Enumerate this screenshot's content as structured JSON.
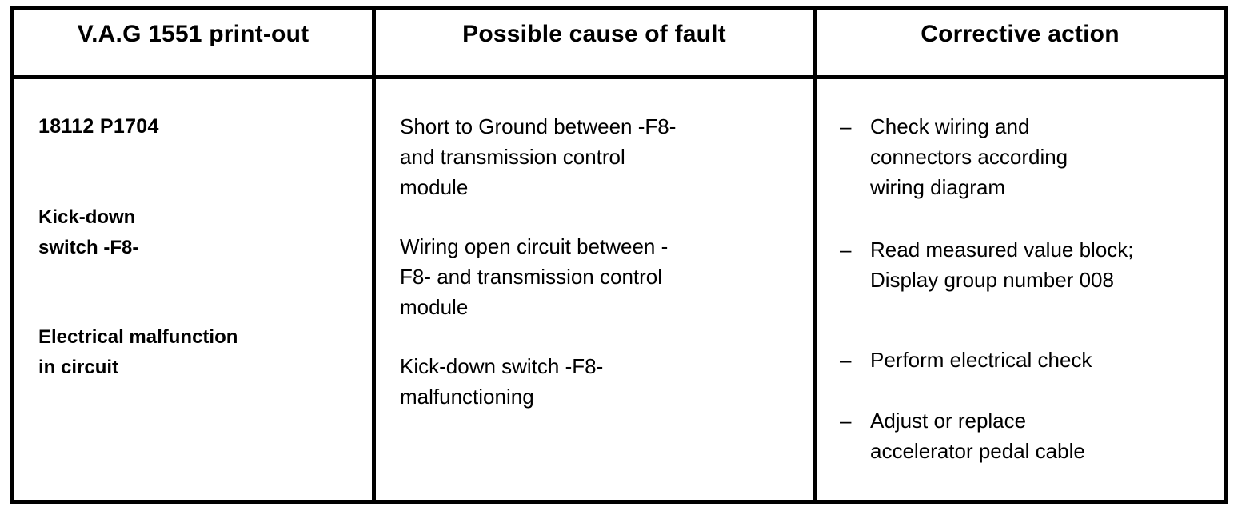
{
  "table": {
    "headers": [
      {
        "label": "V.A.G 1551 print-out"
      },
      {
        "label": "Possible cause of fault"
      },
      {
        "label": "Corrective action"
      }
    ],
    "printout_column": {
      "entries": [
        {
          "lines": [
            "18112 P1704"
          ]
        },
        {
          "lines": [
            "Kick-down",
            "switch -F8-"
          ]
        },
        {
          "lines": [
            "Electrical malfunction",
            "in circuit"
          ]
        }
      ]
    },
    "cause_column": {
      "entries": [
        {
          "lines": [
            "Short to Ground between -F8-",
            "and transmission control",
            "module"
          ]
        },
        {
          "lines": [
            "Wiring open circuit between -",
            "F8- and transmission control",
            "module"
          ]
        },
        {
          "lines": [
            "Kick-down switch -F8-",
            "malfunctioning"
          ]
        }
      ]
    },
    "action_column": {
      "bullet_marker": "–",
      "entries": [
        {
          "lines": [
            "Check wiring and",
            "connectors according",
            "wiring diagram"
          ]
        },
        {
          "lines": [
            "Read measured value block;",
            "Display group number 008"
          ]
        },
        {
          "lines": [
            "Perform electrical check"
          ]
        },
        {
          "lines": [
            "Adjust or replace",
            "accelerator pedal cable"
          ]
        }
      ]
    }
  },
  "colors": {
    "ink": "#000000",
    "paper": "#ffffff"
  }
}
